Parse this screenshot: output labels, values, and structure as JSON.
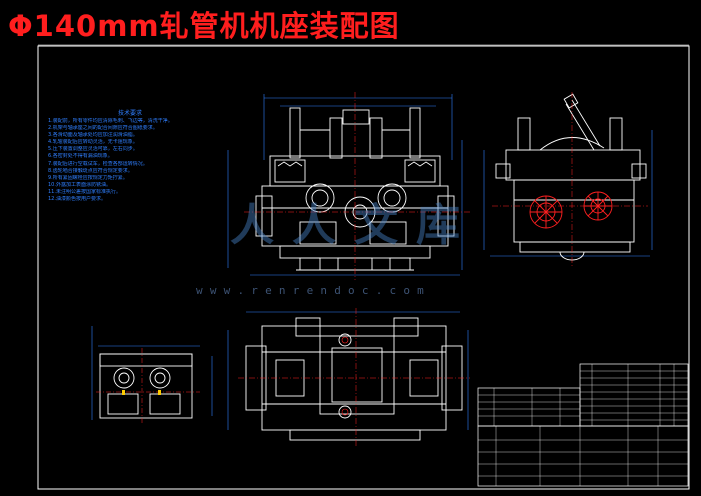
{
  "drawing": {
    "title": "Φ140mm轧管机机座装配图",
    "watermark": "人人文库",
    "watermark_url": "www.renrendoc.com"
  },
  "notes": {
    "heading": "技术要求",
    "lines": [
      "1.装配前，所有零件均应清除毛刺、飞边等，清洗干净。",
      "2.机架与轴承座之间的配合间隙应符合图纸要求。",
      "3.各滑动面及轴承处均应加注润滑油脂。",
      "4.轧辊装配后应转动灵活，无卡阻现象。",
      "5.压下装置调整应灵活可靠，左右同步。",
      "6.各密封处不得有漏油现象。",
      "7.装配后进行空载试车，检查各部运转情况。",
      "8.齿轮啮合接触斑点应符合规定要求。",
      "9.所有紧固螺栓应按规定力矩拧紧。",
      "10.外露加工表面涂防锈油。",
      "11.未注明公差按国家标准执行。",
      "12.油漆颜色按用户要求。"
    ]
  },
  "colors": {
    "frame": "#ffffff",
    "parts": "#ffffff",
    "dimension": "#2f7fff",
    "centerline": "#ff2020",
    "gear": "#ff2020",
    "title": "#ff1e1e"
  }
}
